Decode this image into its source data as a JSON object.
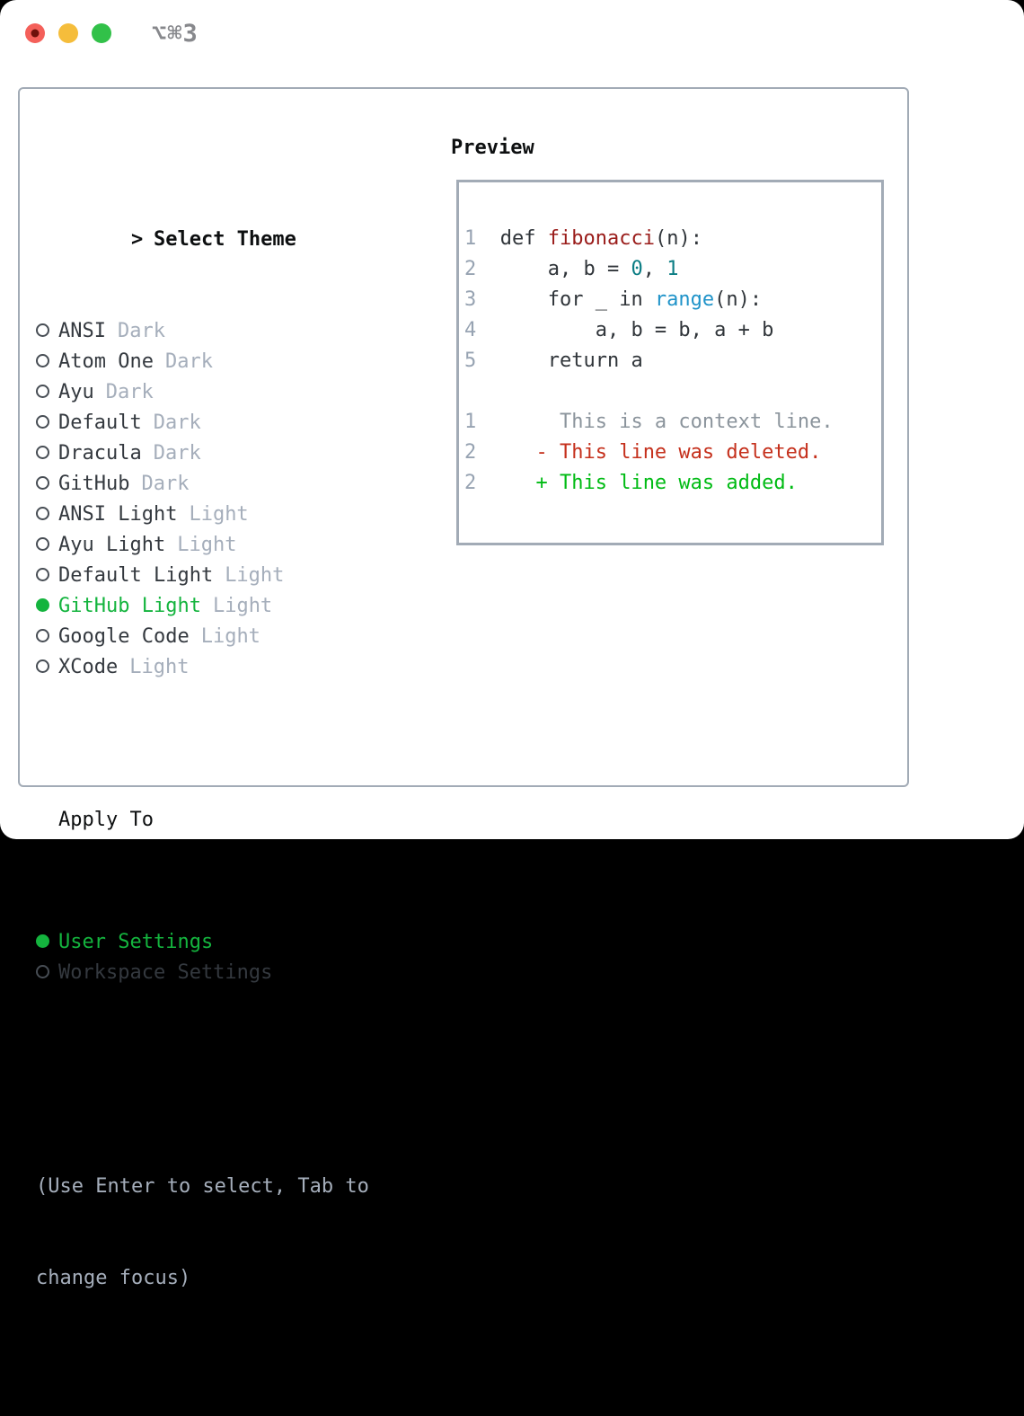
{
  "window": {
    "title_shortcut": "⌥⌘3",
    "lights": {
      "close": "#f4605a",
      "close_dot": "#6d110b",
      "minimize": "#f5bd3b",
      "zoom": "#32c149"
    }
  },
  "theme_panel": {
    "header": {
      "marker": ">",
      "label": "Select Theme"
    },
    "themes": [
      {
        "name": "ANSI",
        "variant": "Dark",
        "selected": false
      },
      {
        "name": "Atom One",
        "variant": "Dark",
        "selected": false
      },
      {
        "name": "Ayu",
        "variant": "Dark",
        "selected": false
      },
      {
        "name": "Default",
        "variant": "Dark",
        "selected": false
      },
      {
        "name": "Dracula",
        "variant": "Dark",
        "selected": false
      },
      {
        "name": "GitHub",
        "variant": "Dark",
        "selected": false
      },
      {
        "name": "ANSI Light",
        "variant": "Light",
        "selected": false
      },
      {
        "name": "Ayu Light",
        "variant": "Light",
        "selected": false
      },
      {
        "name": "Default Light",
        "variant": "Light",
        "selected": false
      },
      {
        "name": "GitHub Light",
        "variant": "Light",
        "selected": true
      },
      {
        "name": "Google Code",
        "variant": "Light",
        "selected": false
      },
      {
        "name": "XCode",
        "variant": "Light",
        "selected": false
      }
    ],
    "apply_to": {
      "header": "Apply To",
      "options": [
        {
          "label": "User Settings",
          "selected": true
        },
        {
          "label": "Workspace Settings",
          "selected": false
        }
      ]
    },
    "hint_lines": [
      "(Use Enter to select, Tab to",
      "change focus)"
    ]
  },
  "preview_panel": {
    "header": "Preview",
    "code_lines": [
      {
        "num": "1",
        "segments": [
          {
            "t": "def ",
            "c": "code_plain"
          },
          {
            "t": "fibonacci",
            "c": "code_function"
          },
          {
            "t": "(n):",
            "c": "code_plain"
          }
        ]
      },
      {
        "num": "2",
        "segments": [
          {
            "t": "    a, b = ",
            "c": "code_plain"
          },
          {
            "t": "0",
            "c": "code_number"
          },
          {
            "t": ", ",
            "c": "code_plain"
          },
          {
            "t": "1",
            "c": "code_number"
          }
        ]
      },
      {
        "num": "3",
        "segments": [
          {
            "t": "    for _ in ",
            "c": "code_plain"
          },
          {
            "t": "range",
            "c": "code_builtin"
          },
          {
            "t": "(n):",
            "c": "code_plain"
          }
        ]
      },
      {
        "num": "4",
        "segments": [
          {
            "t": "        a, b = b, a + b",
            "c": "code_plain"
          }
        ]
      },
      {
        "num": "5",
        "segments": [
          {
            "t": "    return a",
            "c": "code_plain"
          }
        ]
      }
    ],
    "diff_lines": [
      {
        "num": "1",
        "segments": [
          {
            "t": "     This is a context line.",
            "c": "diff_context"
          }
        ]
      },
      {
        "num": "2",
        "segments": [
          {
            "t": "   - This line was deleted.",
            "c": "diff_deleted"
          }
        ]
      },
      {
        "num": "2",
        "segments": [
          {
            "t": "   + This line was added.",
            "c": "diff_added"
          }
        ]
      }
    ]
  },
  "colors": {
    "text_dark": "#34393f",
    "header_black": "#0d0f10",
    "muted": "#a5aebb",
    "gutter": "#97a3b2",
    "border": "#a2abb6",
    "radio_ring": "#474d54",
    "title_gray": "#87888c",
    "accent_green": "#14b43e",
    "diff_context": "#8b949c",
    "diff_deleted": "#c5301c",
    "diff_added": "#00bb14",
    "code_plain": "#30353a",
    "code_function": "#9a1c1a",
    "code_number": "#0b7d84",
    "code_builtin": "#1f93c9"
  }
}
